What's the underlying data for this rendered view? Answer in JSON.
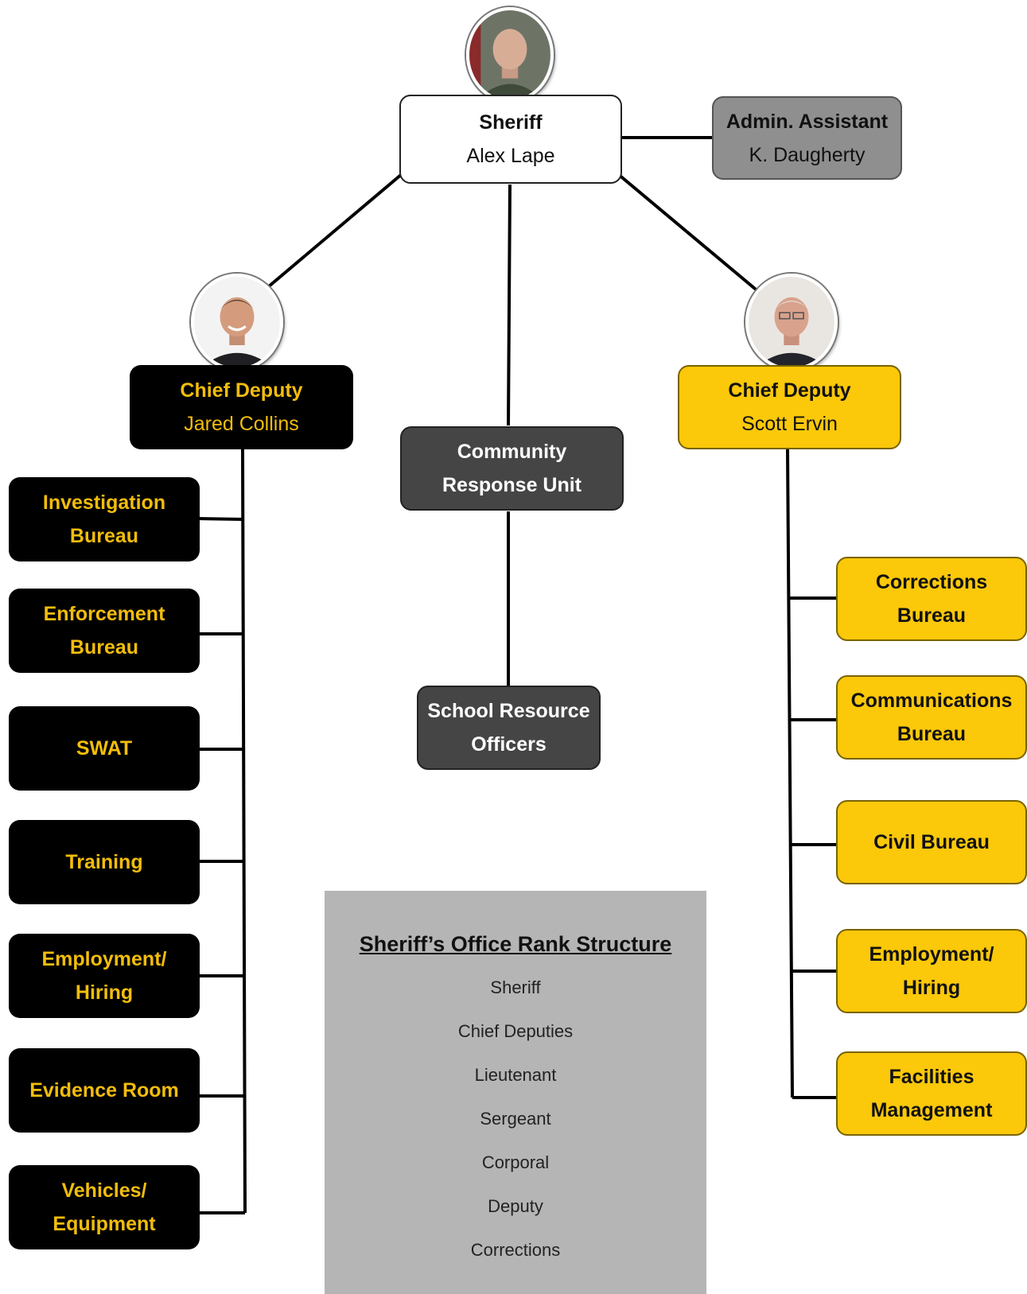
{
  "sheriff": {
    "title": "Sheriff",
    "name": "Alex Lape"
  },
  "admin_assistant": {
    "title": "Admin. Assistant",
    "name": "K. Daugherty"
  },
  "chief_deputy_left": {
    "title": "Chief Deputy",
    "name": "Jared Collins"
  },
  "chief_deputy_right": {
    "title": "Chief Deputy",
    "name": "Scott Ervin"
  },
  "community_response": {
    "line1": "Community",
    "line2": "Response Unit"
  },
  "school_resource": {
    "line1": "School Resource",
    "line2": "Officers"
  },
  "left_units": [
    {
      "line1": "Investigation",
      "line2": "Bureau"
    },
    {
      "line1": "Enforcement",
      "line2": "Bureau"
    },
    {
      "line1": "SWAT",
      "line2": ""
    },
    {
      "line1": "Training",
      "line2": ""
    },
    {
      "line1": "Employment/",
      "line2": "Hiring"
    },
    {
      "line1": "Evidence Room",
      "line2": ""
    },
    {
      "line1": "Vehicles/",
      "line2": "Equipment"
    }
  ],
  "right_units": [
    {
      "line1": "Corrections",
      "line2": "Bureau"
    },
    {
      "line1": "Communications",
      "line2": "Bureau"
    },
    {
      "line1": "Civil Bureau",
      "line2": ""
    },
    {
      "line1": "Employment/",
      "line2": "Hiring"
    },
    {
      "line1": "Facilities",
      "line2": "Management"
    }
  ],
  "rank_structure": {
    "title": "Sheriff’s Office Rank Structure",
    "ranks": [
      "Sheriff",
      "Chief Deputies",
      "Lieutenant",
      "Sergeant",
      "Corporal",
      "Deputy",
      "Corrections"
    ]
  },
  "colors": {
    "black_box": "#000000",
    "gold_text": "#f2bd0c",
    "gold_box": "#fbc80a",
    "dark_box": "#454545",
    "grey_box": "#8f8f8f",
    "rank_panel": "#b5b5b5"
  }
}
